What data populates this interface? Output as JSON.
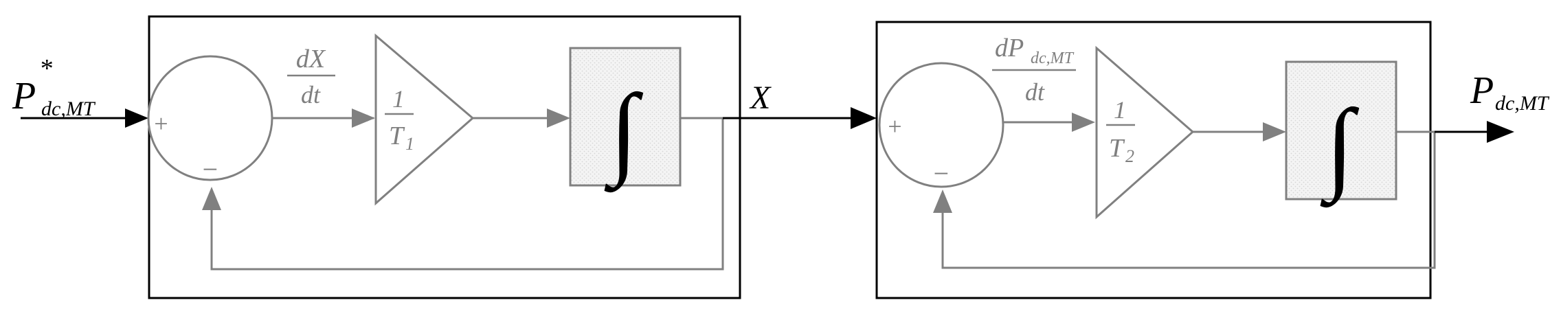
{
  "input": {
    "symbol": "P",
    "superscript": "*",
    "subscript": "dc,MT"
  },
  "stage1": {
    "sum_plus": "+",
    "sum_minus": "−",
    "derivative_num": "dX",
    "derivative_den": "dt",
    "gain_num": "1",
    "gain_den_symbol": "T",
    "gain_den_sub": "1",
    "integrator_symbol": "∫"
  },
  "intermediate": {
    "symbol": "X"
  },
  "stage2": {
    "sum_plus": "+",
    "sum_minus": "−",
    "derivative_num_symbol": "dP",
    "derivative_num_sub": "dc,MT",
    "derivative_den": "dt",
    "gain_num": "1",
    "gain_den_symbol": "T",
    "gain_den_sub": "2",
    "integrator_symbol": "∫"
  },
  "output": {
    "symbol": "P",
    "subscript": "dc,MT"
  },
  "colors": {
    "block_gray": "#808080",
    "frame": "#000000",
    "integrator_fill": "#efefef"
  }
}
